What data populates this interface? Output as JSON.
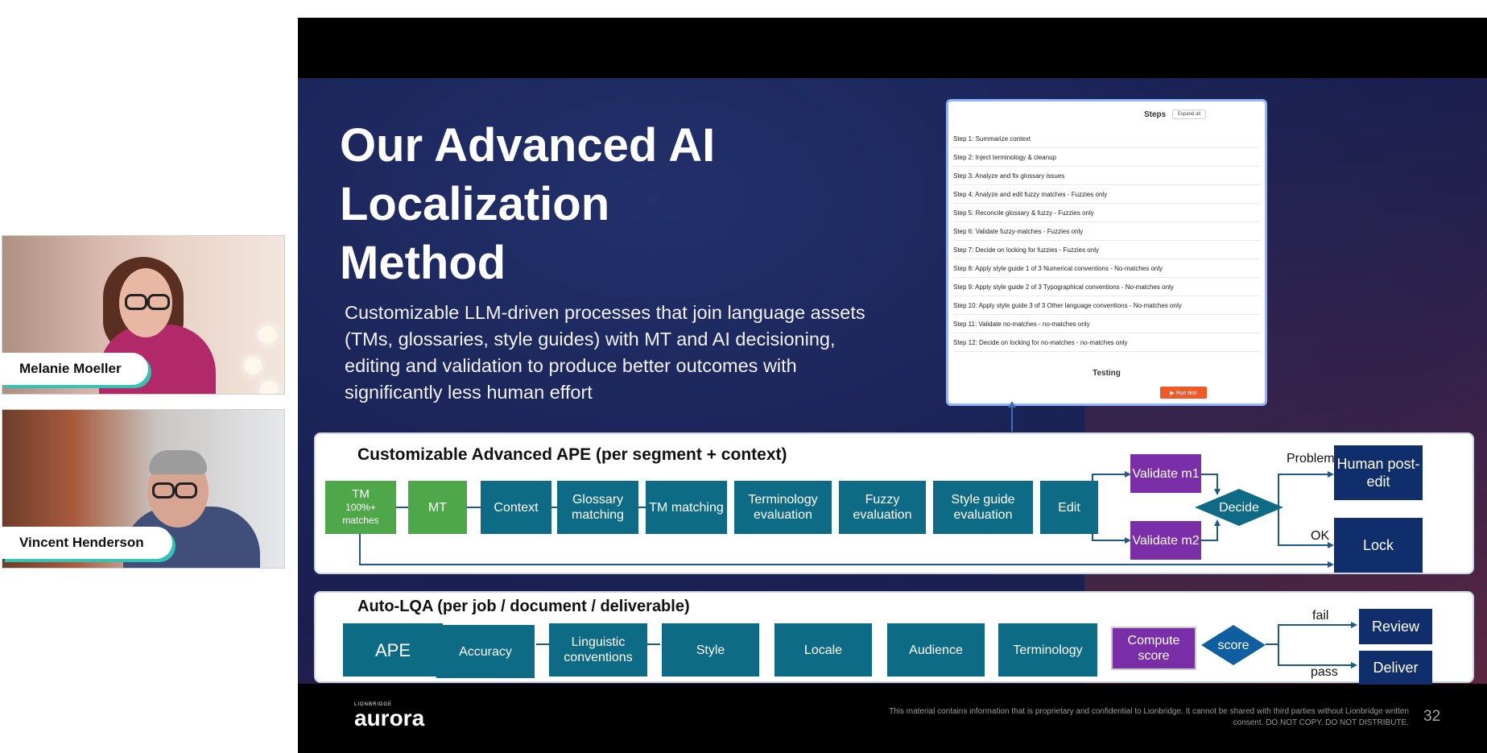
{
  "participants": [
    {
      "name": "Melanie Moeller"
    },
    {
      "name": "Vincent Henderson"
    }
  ],
  "slide": {
    "title_lines": [
      "Our Advanced AI",
      "Localization",
      "Method"
    ],
    "subtitle": "Customizable LLM-driven processes that join language assets (TMs, glossaries, style guides) with MT and AI decisioning, editing and validation to produce better outcomes with significantly less human effort",
    "steps_panel": {
      "header": "Steps",
      "expand": "Expand all",
      "steps": [
        "Step 1:  Summarize context",
        "Step 2:  Inject terminology & cleanup",
        "Step 3:  Analyze and fix glossary issues",
        "Step 4:  Analyze and edit fuzzy matches - Fuzzies only",
        "Step 5:  Reconcile glossary & fuzzy - Fuzzies only",
        "Step 6:  Validate fuzzy-matches - Fuzzies only",
        "Step 7:  Decide on locking for fuzzies - Fuzzies only",
        "Step 8:  Apply style guide 1 of 3 Numerical conventions - No-matches only",
        "Step 9:  Apply style guide 2 of 3 Typographical conventions - No-matches only",
        "Step 10:  Apply style guide 3 of 3 Other language conventions - No-matches only",
        "Step 11:  Validate no-matches - no-matches only",
        "Step 12:  Decide on locking for no-matches - no-matches only"
      ],
      "testing": "Testing",
      "run": "▶ Run test"
    },
    "ape": {
      "title": "Customizable Advanced APE (per segment + context)",
      "tm100": {
        "line1": "TM",
        "line2": "100%+",
        "line3": "matches"
      },
      "mt": "MT",
      "context": "Context",
      "glossary": "Glossary matching",
      "tm": "TM matching",
      "terminology": "Terminology evaluation",
      "fuzzy": "Fuzzy evaluation",
      "styleguide": "Style guide evaluation",
      "edit": "Edit",
      "validate_m1": "Validate m1",
      "validate_m2": "Validate m2",
      "decide": "Decide",
      "problems": "Problems",
      "ok": "OK",
      "human_post_edit": "Human post-edit",
      "lock": "Lock"
    },
    "lqa": {
      "title": "Auto-LQA (per job / document / deliverable)",
      "ape": "APE",
      "accuracy": "Accuracy",
      "linguistic": "Linguistic conventions",
      "style": "Style",
      "locale": "Locale",
      "audience": "Audience",
      "terminology": "Terminology",
      "compute": "Compute score",
      "score": "score",
      "fail": "fail",
      "pass": "pass",
      "review": "Review",
      "deliver": "Deliver"
    },
    "footer": {
      "logo_small": "LIONBRIDGE",
      "logo_big": "aurora",
      "disclaimer": "This material contains information that is proprietary and confidential to Lionbridge. It cannot be shared with third parties without Lionbridge written consent. DO NOT COPY. DO NOT DISTRIBUTE.",
      "page": "32"
    }
  },
  "colors": {
    "teal": "#0e6b86",
    "green": "#4ea84a",
    "purple": "#7a2ea8",
    "navy": "#0f2e6b",
    "accent": "#36c2b4",
    "run_button": "#f05a28"
  }
}
